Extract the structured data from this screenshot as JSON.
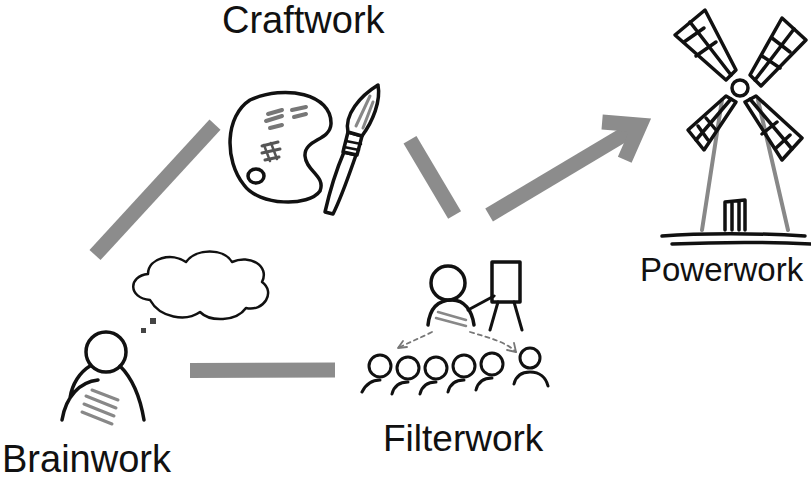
{
  "diagram": {
    "nodes": [
      {
        "text": [
          "Craftwork"
        ]
      },
      {
        "text": [
          "Powerwork"
        ]
      },
      {
        "text": [
          "Brainwork"
        ]
      },
      {
        "text": [
          "Filterwork"
        ]
      }
    ],
    "edges": [
      {
        "from": 0,
        "to": 2,
        "arrow": "none"
      },
      {
        "from": 0,
        "to": 3,
        "arrow": "none"
      },
      {
        "from": 2,
        "to": 3,
        "arrow": "none"
      },
      {
        "from": 3,
        "to": 1,
        "arrow": "to"
      }
    ]
  }
}
